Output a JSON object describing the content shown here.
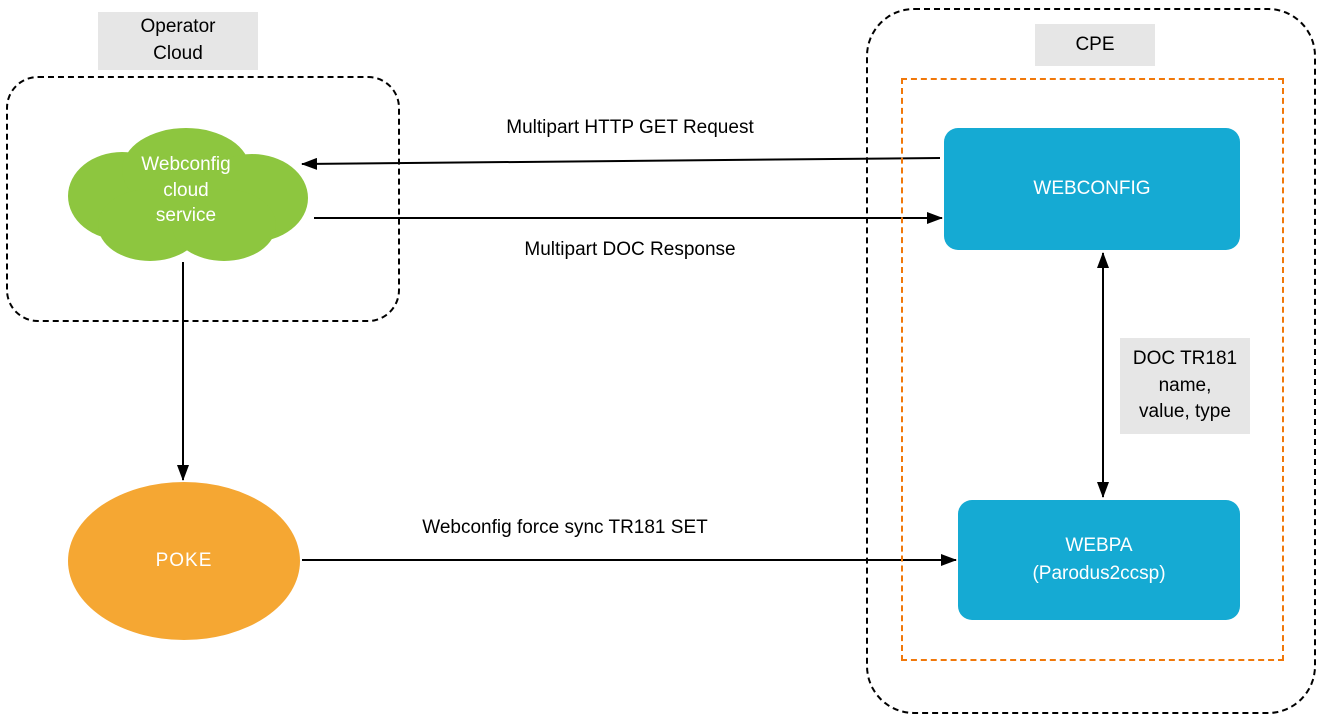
{
  "colors": {
    "cloud_green": "#8dc63f",
    "box_cyan": "#15aad3",
    "poke_orange": "#f5a733",
    "orange_border": "#f0780a",
    "label_bg": "#e6e6e6"
  },
  "operator_cloud": {
    "title": "Operator\nCloud",
    "cloud_service_label": "Webconfig\ncloud\nservice"
  },
  "cpe": {
    "title": "CPE",
    "webconfig_label": "WEBCONFIG",
    "webpa_label": "WEBPA\n(Parodus2ccsp)",
    "doc_tr181_label": "DOC TR181\nname,\nvalue, type"
  },
  "poke": {
    "label": "POKE"
  },
  "arrows": {
    "get_request": "Multipart HTTP GET Request",
    "doc_response": "Multipart DOC Response",
    "force_sync": "Webconfig force sync TR181 SET"
  }
}
